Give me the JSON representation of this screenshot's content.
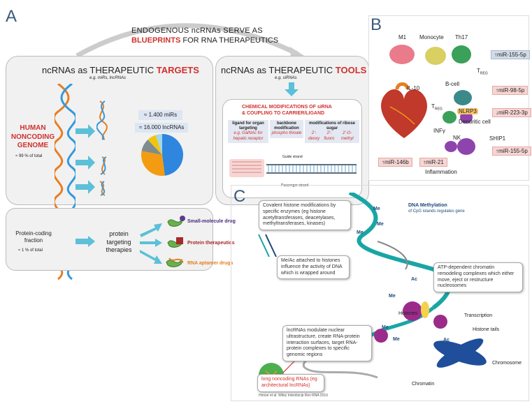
{
  "panelA": {
    "letter": "A",
    "banner_line1": "ENDOGENOUS ncRNAs SERVE AS",
    "banner_line2_red": "BLUEPRINTS",
    "banner_line2_rest": "FOR RNA THERAPEUTICS",
    "targets_title_black": "ncRNAs as THERAPEUTIC",
    "targets_title_red": "TARGETS",
    "targets_sub": "e.g. miRs, lncRNAs",
    "genome_label": "HUMAN NONCODING GENOME",
    "genome_pct": "≈ 99 % of total",
    "count_mirs": "≈ 1.400 miRs",
    "count_lncrnas": "≈ 16.000 lncRNAs",
    "tools_title_black": "ncRNAs as THERAPEUTIC",
    "tools_title_red": "TOOLS",
    "tools_sub": "e.g. siRNAs",
    "chem_line1": "CHEMICAL MODIFICATIONS OF siRNA",
    "chem_line2": "& COUPLING TO CARRIER/LIGAND",
    "mod1_title": "ligand for organ targeting",
    "mod1_sub": "e.g. GalNAc for hepatic receptor",
    "mod2_title": "backbone modification",
    "mod2_sub": "phospho thioate",
    "mod3_title": "modifications of ribose sugar",
    "mod3_a": "2'-deoxy",
    "mod3_b": "2'-fluoro",
    "mod3_c": "2'-O-methyl",
    "guide_strand": "Guide strand",
    "passenger_strand": "Passenger strand",
    "protein_coding_label": "Protein-coding fraction",
    "protein_coding_pct": "≈ 1 % of total",
    "protein_targeting": "protein targeting therapies",
    "drug1": "Small-molecule drug",
    "drug2": "Protein therapeutics",
    "drug3": "RNA aptamer drugs"
  },
  "panelB": {
    "letter": "B",
    "cells": [
      "M1",
      "Monocyte",
      "Th17",
      "B-cell",
      "Dendritic cell",
      "NK"
    ],
    "treg": "T",
    "treg_sub": "REG",
    "mirs": [
      "miR-155-5p",
      "miR-98-5p",
      "miR-223-3p",
      "miR-155-5p",
      "miR-146b",
      "miR-21"
    ],
    "arrows": [
      "↑",
      "↑",
      "↓",
      "↑",
      "↑",
      "↑"
    ],
    "il10": "IL-10",
    "nlrp3": "NLRP3",
    "infy": "INFγ",
    "ship1": "SHIP1",
    "inflammation": "Inflammation"
  },
  "panelC": {
    "letter": "C",
    "histone_mod": "Covalent histone modifications by specific enzymes (eg histone acetyltransferases, deacetylases, methyltransferases, kinases)",
    "meac": "Me/Ac attached to histones influence the activity of DNA which is wrapped around",
    "dna_meth_title": "DNA Methylation",
    "dna_meth_sub": "of CpG islands regulates gene",
    "remodeling": "ATP-dependent chromatin remodeling complexes which either move, eject or restructure nucleosomes",
    "lncrna_box": "lncRNAs modulate nuclear ultrastructure, create RNA-protein interaction surfaces, target RNA-protein complexes to specific genomic regions",
    "long_noncoding": "long noncoding RNAs (eg architectural lncRNAs)",
    "histones": "Histones",
    "transcription": "Transcription",
    "histone_tails": "Histone tails",
    "chromosome": "Chromosome",
    "chromatin": "Chromatin",
    "me": "Me",
    "ac": "Ac",
    "citation": "Hirose et al. Wiley Interdiscip Rev RNA 2019"
  },
  "chart_data": {
    "type": "pie",
    "values": [
      48,
      30,
      10,
      7,
      5
    ],
    "colors": [
      "#2e86de",
      "#f39c12",
      "#7f8c8d",
      "#f1c40f",
      "#a5d6e8"
    ]
  }
}
